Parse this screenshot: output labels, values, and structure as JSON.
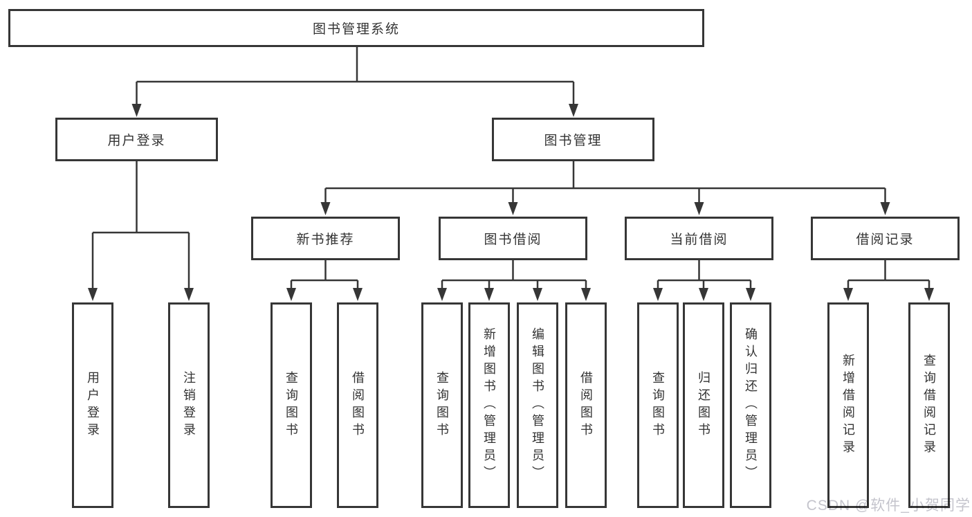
{
  "tree": {
    "label": "图书管理系统",
    "children": [
      {
        "label": "用户登录",
        "children": [
          {
            "label": "用户登录"
          },
          {
            "label": "注销登录"
          }
        ]
      },
      {
        "label": "图书管理",
        "children": [
          {
            "label": "新书推荐",
            "children": [
              {
                "label": "查询图书"
              },
              {
                "label": "借阅图书"
              }
            ]
          },
          {
            "label": "图书借阅",
            "children": [
              {
                "label": "查询图书"
              },
              {
                "label": "新增图书（管理员）"
              },
              {
                "label": "编辑图书（管理员）"
              },
              {
                "label": "借阅图书"
              }
            ]
          },
          {
            "label": "当前借阅",
            "children": [
              {
                "label": "查询图书"
              },
              {
                "label": "归还图书"
              },
              {
                "label": "确认归还（管理员）"
              }
            ]
          },
          {
            "label": "借阅记录",
            "children": [
              {
                "label": "新增借阅记录"
              },
              {
                "label": "查询借阅记录"
              }
            ]
          }
        ]
      }
    ]
  },
  "watermark": "CSDN @软件_小贺同学",
  "colors": {
    "line": "#363636",
    "text": "#333333",
    "background": "#ffffff",
    "watermark": "#c4c4cc"
  }
}
